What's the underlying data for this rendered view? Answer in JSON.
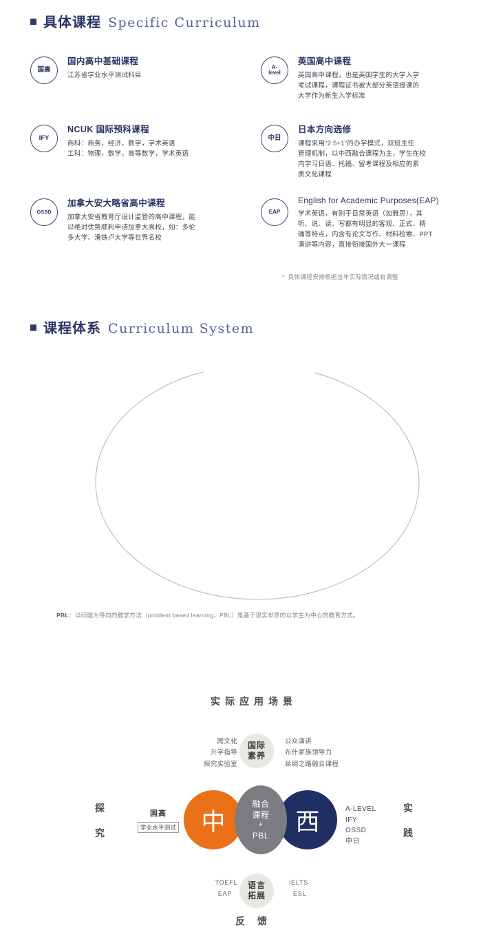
{
  "section1": {
    "title_cn": "具体课程",
    "title_en": "Specific Curriculum",
    "note": "具体课程安排根据当年实际情况或有调整",
    "note_star": "*",
    "courses": [
      {
        "badge": "国高",
        "title": "国内高中基础课程",
        "desc": [
          "江苏省学业水平测试科目"
        ]
      },
      {
        "badge_line1": "A-",
        "badge_line2": "level",
        "title": "英国高中课程",
        "desc": [
          "英国高中课程，也是英国学生的大学入学",
          "考试课程，课程证书被大部分英语授课的",
          "大学作为新生入学标准"
        ]
      },
      {
        "badge": "IFY",
        "title": "NCUK 国际预科课程",
        "desc": [
          "商科：商务，经济，数学，学术英语",
          "工科：物理，数学，高等数学，学术英语"
        ]
      },
      {
        "badge": "中日",
        "title": "日本方向选修",
        "desc": [
          "课程采用“2.5+1”的办学模式，双班主任",
          "管理机制，以中西融合课程为主，学生在校",
          "内学习日语、托福、留考课程及相应的素",
          "质文化课程"
        ]
      },
      {
        "badge": "OSSD",
        "title": "加拿大安大略省高中课程",
        "desc": [
          "加拿大安省教育厅设计监管的高中课程，能",
          "以绝对优势顺利申请加拿大高校，如：多伦",
          "多大学、滑铁卢大学等世界名校"
        ]
      },
      {
        "badge": "EAP",
        "title": "English for Academic Purposes(EAP)",
        "desc": [
          "学术英语，有别于日常英语（如雅思），其",
          "听、说、读、写都有明显的客观、正式、精",
          "确等特点，内含有论文写作、材料检索、PPT",
          "演讲等内容，直接衔接国外大一课程"
        ]
      }
    ]
  },
  "section2": {
    "title_cn": "课程体系",
    "title_en": "Curriculum System",
    "diagram": {
      "arc_top": "实际应用场景",
      "arc_bottom": "反 馈",
      "side_left": "探究",
      "side_right": "实践",
      "center_left_circle": "中",
      "center_right_circle": "西",
      "center_fusion": [
        "融合",
        "课程",
        "+",
        "PBL"
      ],
      "top_circle": [
        "国际",
        "素养"
      ],
      "bottom_circle": [
        "语言",
        "拓展"
      ],
      "top_left_list": [
        "跨文化",
        "升学指导",
        "探究实验室"
      ],
      "top_right_list": [
        "公众演讲",
        "布什家族领导力",
        "丝绸之路融合课程"
      ],
      "bottom_left_list": [
        "TOEFL",
        "EAP"
      ],
      "bottom_right_list": [
        "IELTS",
        "ESL"
      ],
      "left_badge_title": "国高",
      "left_badge_boxed": "学业水平测试",
      "right_list": [
        "A-LEVEL",
        "IFY",
        "OSSD",
        "中日"
      ]
    },
    "footnote_label": "PBL",
    "footnote": "：以问题为导向的教学方法（problem based learning，PBL）是基于现实世界的以学生为中心的教育方式。"
  },
  "colors": {
    "heading_cn": "#2b3566",
    "heading_en": "#55629a",
    "orange": "#ea7117",
    "navy": "#1f2f63",
    "gray": "#7c7d80",
    "light_circle": "#e9e7e2"
  }
}
